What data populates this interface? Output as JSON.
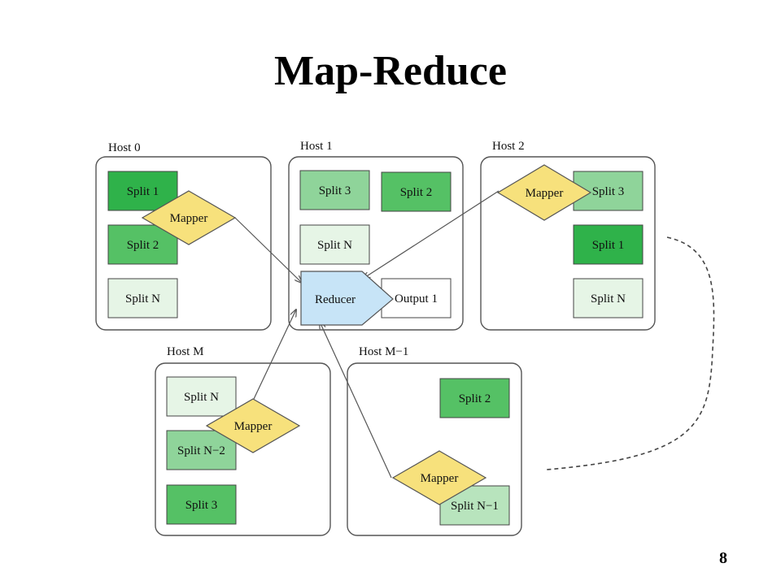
{
  "slide": {
    "title": "Map-Reduce",
    "page_number": "8"
  },
  "colors": {
    "split_dark": "#2fb24a",
    "split_medium": "#55c165",
    "split_light": "#8fd49a",
    "split_pale": "#e6f5e6",
    "mapper": "#f7e17c",
    "reducer": "#c7e4f7",
    "output": "#ffffff",
    "border": "#555555"
  },
  "hosts": {
    "host0": {
      "label": "Host 0",
      "splits": [
        "Split 1",
        "Split 2",
        "Split N"
      ],
      "mapper": "Mapper"
    },
    "host1": {
      "label": "Host 1",
      "splits": [
        "Split 3",
        "Split 2",
        "Split N"
      ],
      "reducer": "Reducer",
      "output": "Output 1"
    },
    "host2": {
      "label": "Host 2",
      "splits": [
        "Split 3",
        "Split 1",
        "Split N"
      ],
      "mapper": "Mapper"
    },
    "hostM": {
      "label": "Host M",
      "splits": [
        "Split N",
        "Split N−2",
        "Split 3"
      ],
      "mapper": "Mapper"
    },
    "hostM1": {
      "label": "Host M−1",
      "splits": [
        "Split 2",
        "Split N−1"
      ],
      "mapper": "Mapper"
    }
  }
}
